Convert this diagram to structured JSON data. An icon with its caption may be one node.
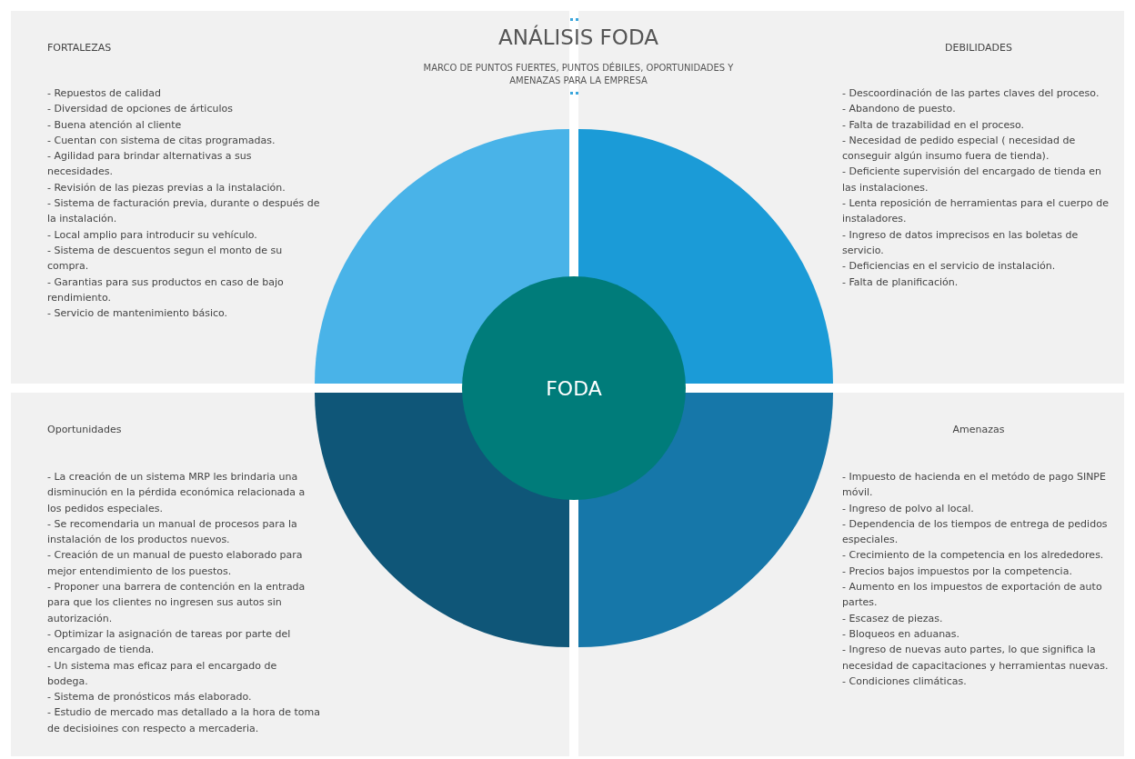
{
  "diagram": {
    "title": "ANÁLISIS FODA",
    "nodes": [
      {
        "text": [
          "FORTALEZAS",
          "- Repuestos de calidad",
          "- Diversidad de opciones de árticulos",
          "- Buena atención al cliente",
          "- Cuentan con sistema de citas programadas.",
          "- Agilidad para brindar alternativas a sus necesidades.",
          "- Revisión de las piezas previas a la instalación.",
          "- Sistema de facturación previa, durante o después de la instalación.",
          "- Local amplio para introducir su vehículo.",
          "- Sistema de descuentos segun el monto de su compra.",
          "- Garantias para sus productos en caso de bajo rendimiento.",
          "- Servicio de mantenimiento básico."
        ]
      },
      {
        "text": [],
        "shape": "sector",
        "in": 0
      },
      {
        "text": [
          "DEBILIDADES",
          "- Descoordinación de las partes claves del proceso.",
          "- Abandono de puesto.",
          "- Falta de trazabilidad en el proceso.",
          "- Necesidad de pedido especial ( necesidad de conseguir algún insumo fuera de tienda).",
          "- Deficiente supervisión del encargado de tienda en las instalaciones.",
          "- Lenta reposición de herramientas para el cuerpo de instaladores.",
          "- Ingreso de datos imprecisos en las boletas de servicio.",
          "- Deficiencias en el servicio de instalación.",
          "- Falta de planificación."
        ]
      },
      {
        "text": [],
        "shape": "sector",
        "in": 2
      },
      {
        "text": [
          "Oportunidades",
          "- La creación de un sistema MRP les brindaria una disminución en la pérdida económica relacionada a los pedidos especiales.",
          "- Se recomendaria un manual de procesos para la instalación de los productos nuevos.",
          "- Creación de un manual de puesto elaborado para mejor entendimiento de los puestos.",
          "- Proponer una barrera de contención en la entrada para que los clientes no ingresen sus autos sin autorización.",
          "- Optimizar la asignación de tareas por parte del encargado de tienda.",
          "- Un sistema mas eficaz para el encargado de bodega.",
          "- Sistema de pronósticos más elaborado.",
          "- Estudio de mercado mas detallado a la hora de toma de decisioines con respecto a mercaderia."
        ]
      },
      {
        "text": [],
        "shape": "sector",
        "in": 4
      },
      {
        "text": [
          "Amenazas",
          "- Impuesto de hacienda en el metódo de pago SINPE móvil.",
          "- Ingreso de polvo al local.",
          "- Dependencia de los tiempos de entrega de pedidos especiales.",
          "- Crecimiento de la competencia en los alrededores.",
          "- Precios bajos impuestos por la competencia.",
          "- Aumento en los impuestos de exportación de auto partes.",
          "- Escasez de piezas.",
          "- Bloqueos en aduanas.",
          "- Ingreso de nuevas auto partes, lo que significa la necesidad de capacitaciones y herramientas nuevas.",
          "- Condiciones climáticas."
        ]
      },
      {
        "text": [],
        "shape": "sector",
        "in": 6
      },
      {
        "text": [
          "FODA"
        ]
      }
    ],
    "labels": [
      "MARCO DE PUNTOS FUERTES, PUNTOS DÉBILES, OPORTUNIDADES Y AMENAZAS PARA LA EMPRESA"
    ]
  }
}
